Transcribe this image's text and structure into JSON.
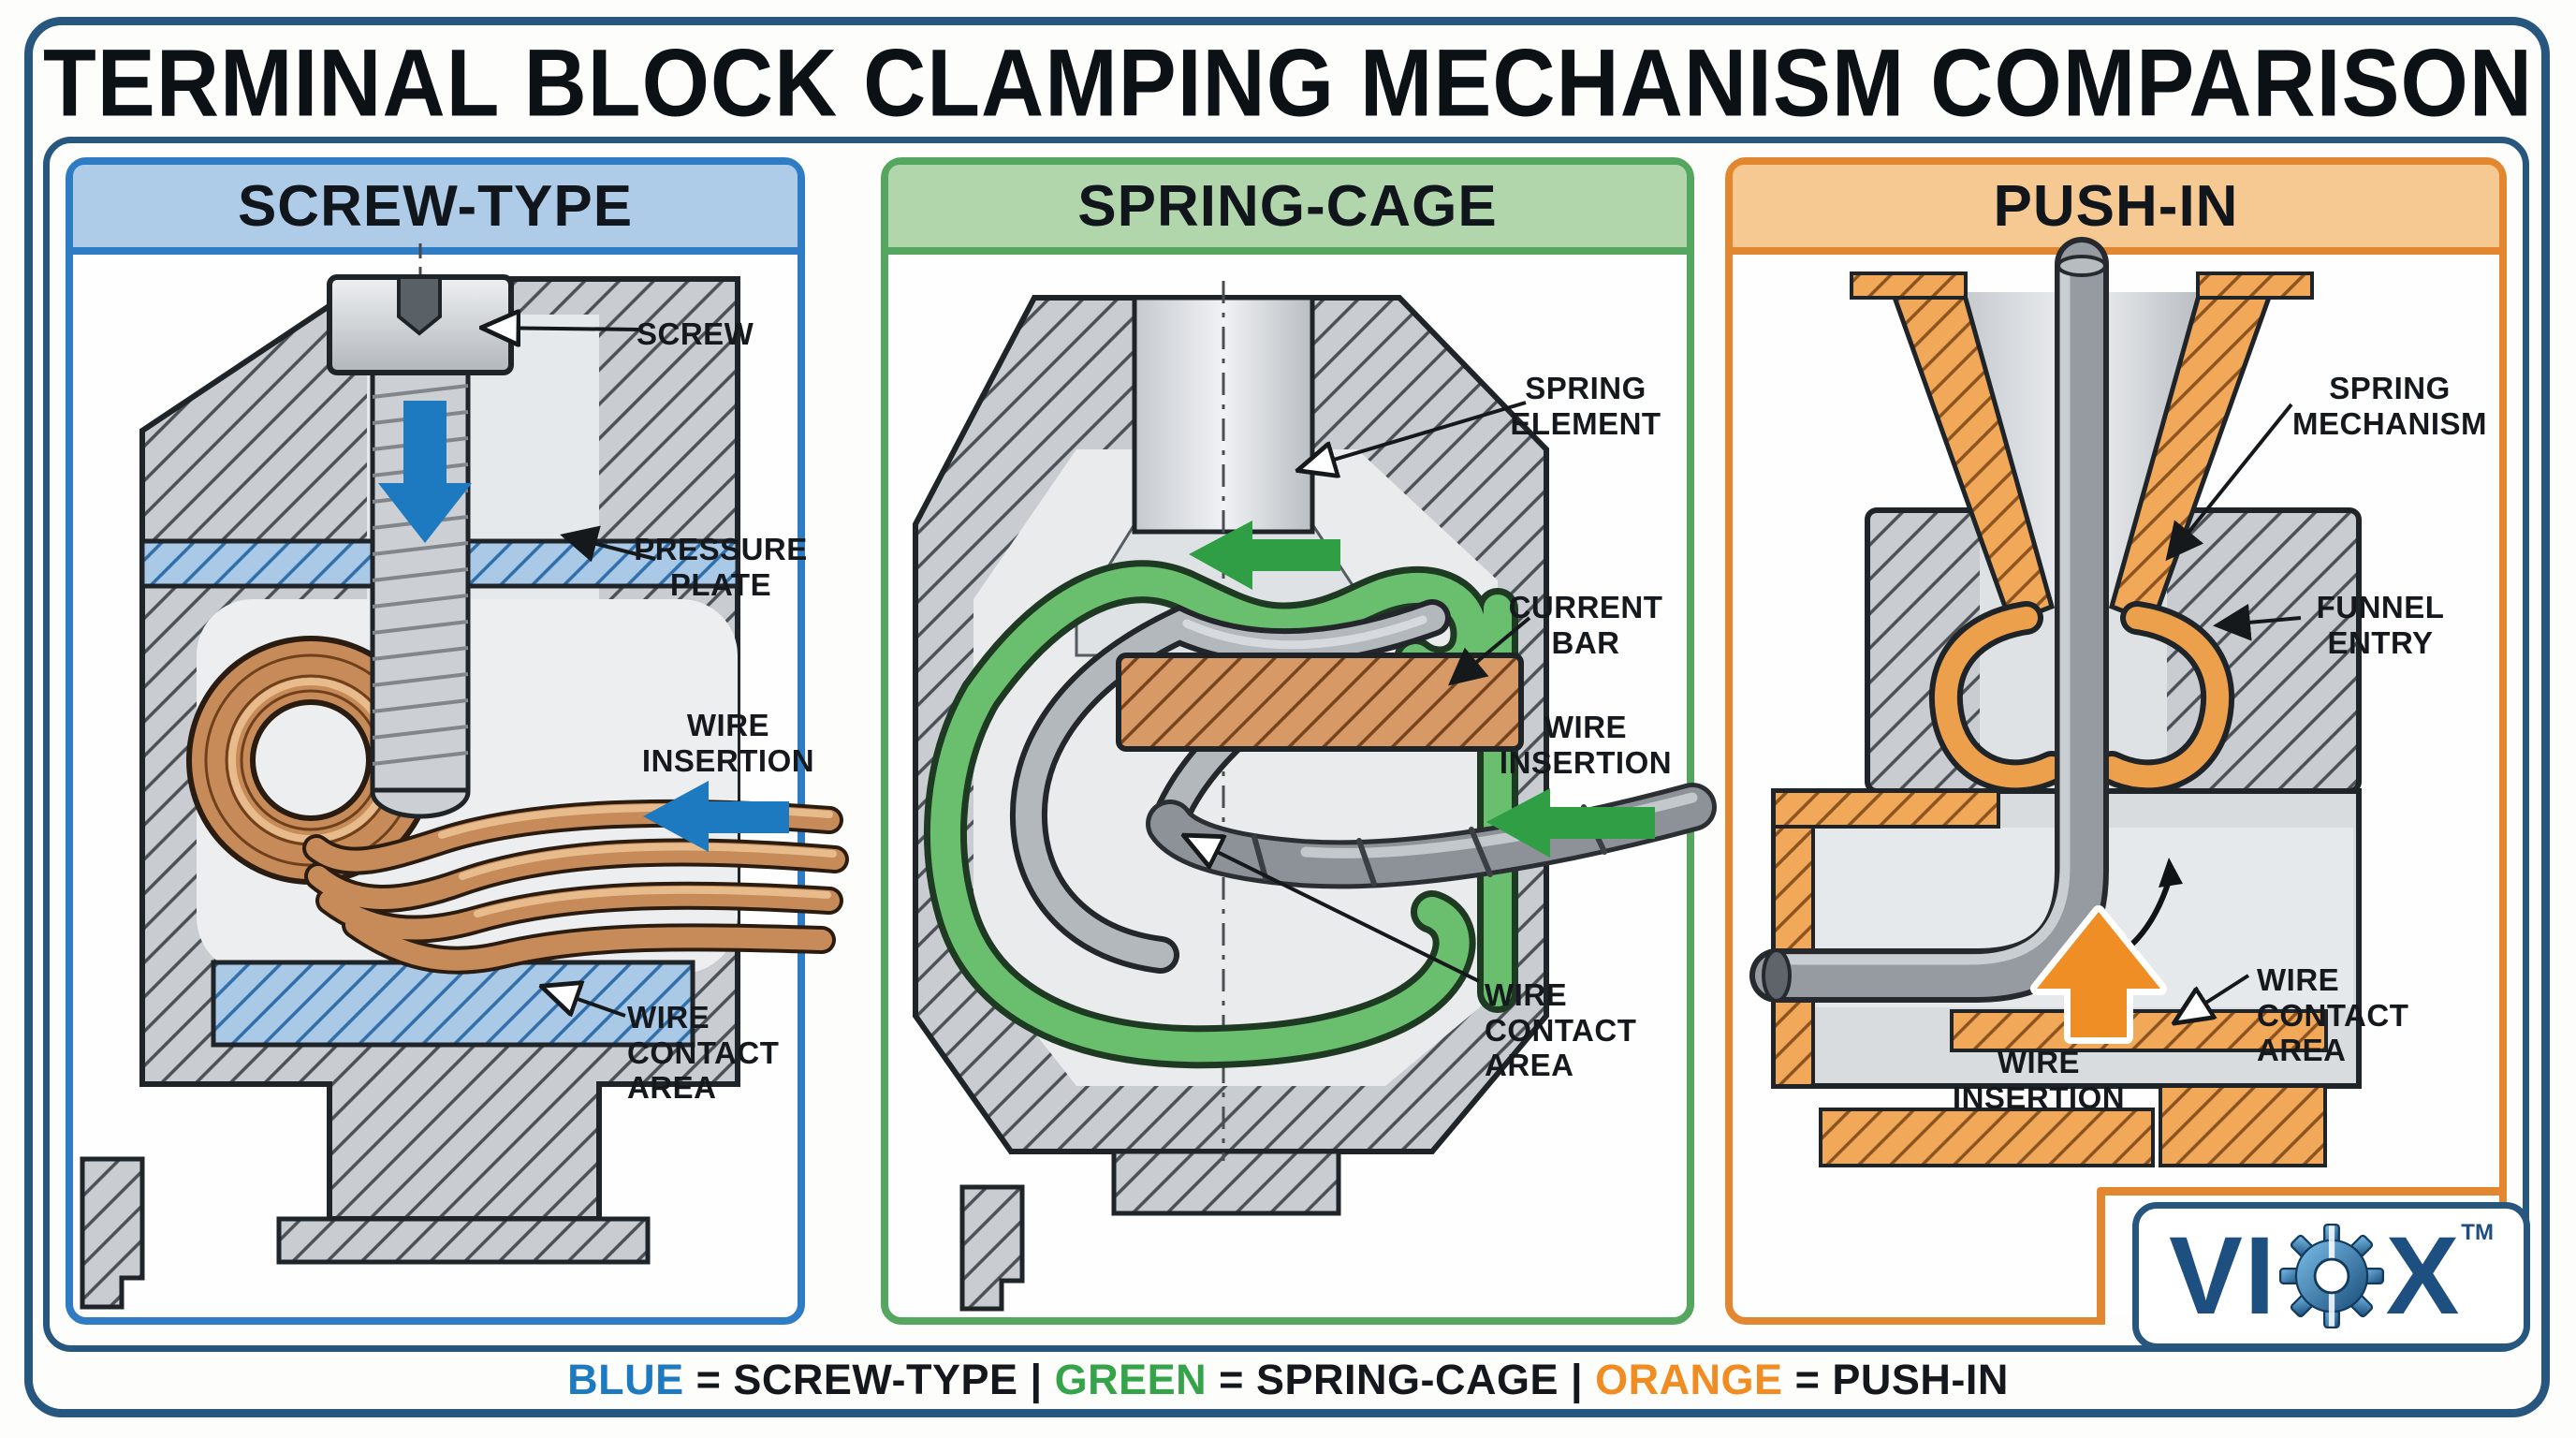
{
  "title": "TERMINAL BLOCK CLAMPING MECHANISM COMPARISON",
  "panels": {
    "screw": {
      "header": "SCREW-TYPE",
      "accent": "#2e7cc3",
      "header_bg": "#aecbe8",
      "arrow_color": "#1e7ac0",
      "labels": {
        "screw": "SCREW",
        "pressure_plate": "PRESSURE\nPLATE",
        "wire_insertion": "WIRE\nINSERTION",
        "wire_contact_area": "WIRE\nCONTACT\nAREA"
      }
    },
    "spring": {
      "header": "SPRING-CAGE",
      "accent": "#55a65e",
      "header_bg": "#b2d6ac",
      "arrow_color": "#2f9e44",
      "labels": {
        "spring_element": "SPRING\nELEMENT",
        "current_bar": "CURRENT\nBAR",
        "wire_insertion": "WIRE\nINSERTION",
        "wire_contact_area": "WIRE\nCONTACT\nAREA"
      }
    },
    "push": {
      "header": "PUSH-IN",
      "accent": "#e2872f",
      "header_bg": "#f6c992",
      "arrow_color": "#ef8e24",
      "labels": {
        "spring_mechanism": "SPRING\nMECHANISM",
        "funnel_entry": "FUNNEL\nENTRY",
        "wire_insertion": "WIRE\nINSERTION",
        "wire_contact_area": "WIRE\nCONTACT\nAREA"
      }
    }
  },
  "legend": {
    "parts": [
      {
        "text": "BLUE",
        "color": "#1e7ac0"
      },
      {
        "text": " = SCREW-TYPE | ",
        "color": "#14181c"
      },
      {
        "text": "GREEN",
        "color": "#35a349"
      },
      {
        "text": " = SPRING-CAGE | ",
        "color": "#14181c"
      },
      {
        "text": "ORANGE",
        "color": "#f08c21"
      },
      {
        "text": " = PUSH-IN",
        "color": "#14181c"
      }
    ]
  },
  "logo": {
    "left": "VI",
    "right": "X",
    "tm": "TM",
    "color": "#1d4f80",
    "gear_icon": "gear-icon"
  },
  "frame_color": "#27567f",
  "copper_color": "#d1945e",
  "body_gray": "#c9cdd1"
}
